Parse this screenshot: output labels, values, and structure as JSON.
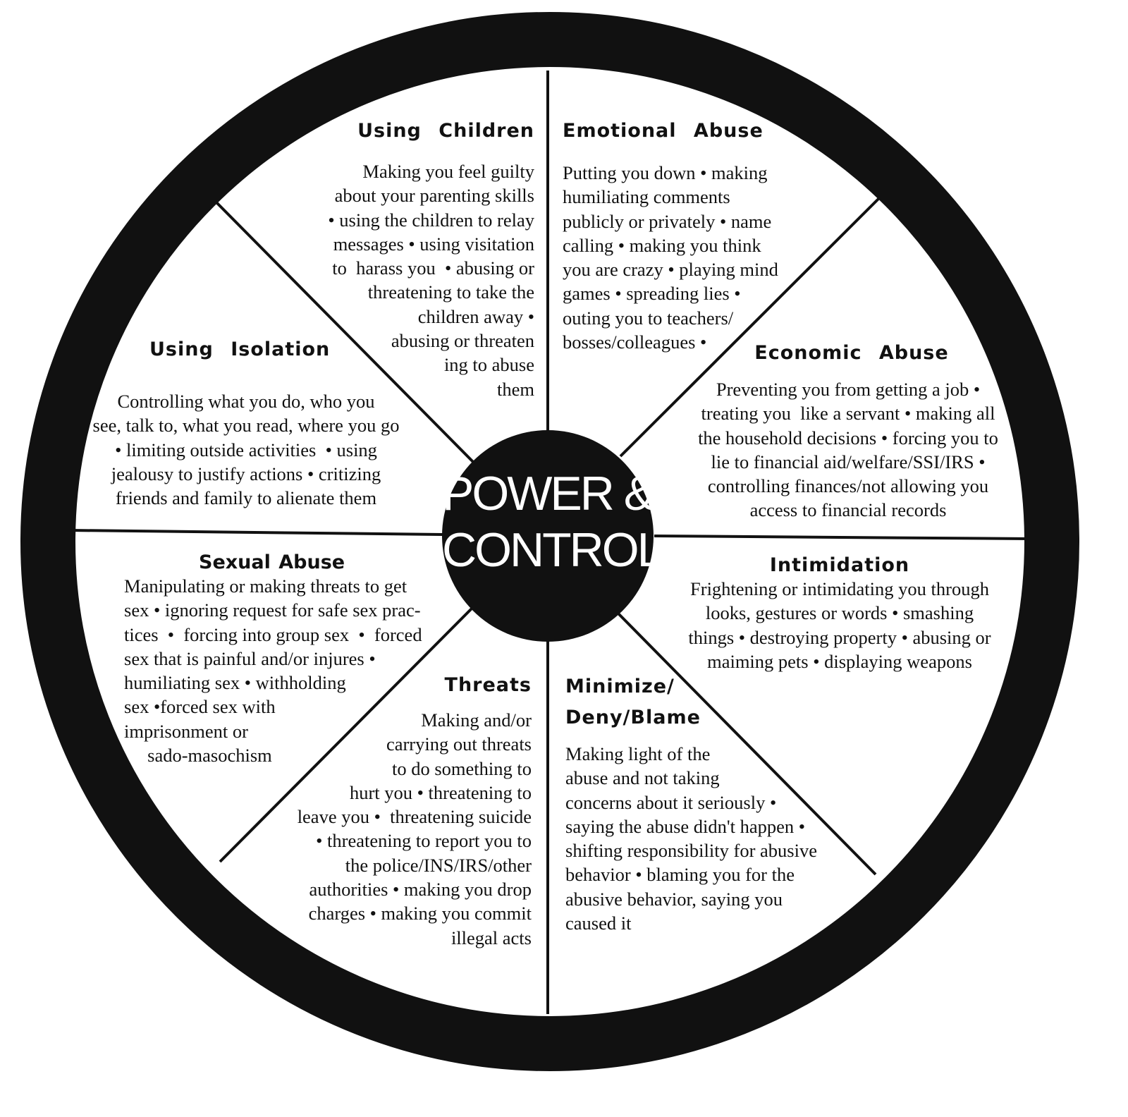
{
  "center": {
    "title": "POWER &\nCONTROL"
  },
  "colors": {
    "ink": "#111111",
    "paper": "#ffffff"
  },
  "segments": [
    {
      "id": "using-children",
      "title": "Using Children",
      "body": "Making you feel guilty\nabout your parenting skills\n• using the children to relay\nmessages • using visitation\nto  harass you  • abusing or\nthreatening to take the\nchildren away •\nabusing or threaten\ning to abuse\nthem"
    },
    {
      "id": "emotional-abuse",
      "title": "Emotional Abuse",
      "body": "Putting you down • making\nhumiliating comments\npublicly or privately • name\ncalling • making you think\nyou are crazy • playing mind\ngames • spreading lies •\nouting you to teachers/\nbosses/colleagues •"
    },
    {
      "id": "economic-abuse",
      "title": "Economic Abuse",
      "body": "Preventing you from getting a job •\ntreating you  like a servant • making all\nthe household decisions • forcing you to\nlie to financial aid/welfare/SSI/IRS •\ncontrolling finances/not allowing you\naccess to financial records"
    },
    {
      "id": "intimidation",
      "title": "Intimidation",
      "body": "Frightening or intimidating you through\nlooks, gestures or words • smashing\nthings • destroying property • abusing or\nmaiming pets • displaying weapons"
    },
    {
      "id": "minimize-deny-blame",
      "title": "Minimize/\nDeny/Blame",
      "body": "Making light of the\nabuse and not taking\nconcerns about it seriously •\nsaying the abuse didn't happen •\nshifting responsibility for abusive\nbehavior • blaming you for the\nabusive behavior, saying you\ncaused it"
    },
    {
      "id": "threats",
      "title": "Threats",
      "body": "Making and/or\ncarrying out threats\nto do something to\nhurt you • threatening to\nleave you •  threatening suicide\n• threatening to report you to\nthe police/INS/IRS/other\nauthorities • making you drop\ncharges • making you commit\nillegal acts"
    },
    {
      "id": "sexual-abuse",
      "title": "Sexual Abuse",
      "body": "Manipulating or making threats to get\nsex • ignoring request for safe sex prac-\ntices  •  forcing into group sex  •  forced\nsex that is painful and/or injures •\nhumiliating sex • withholding\nsex •forced sex with\nimprisonment or\n     sado-masochism"
    },
    {
      "id": "using-isolation",
      "title": "Using Isolation",
      "body": "Controlling what you do, who you\nsee, talk to, what you read, where you go\n• limiting outside activities  • using\njealousy to justify actions • critizing\nfriends and family to alienate them"
    }
  ]
}
